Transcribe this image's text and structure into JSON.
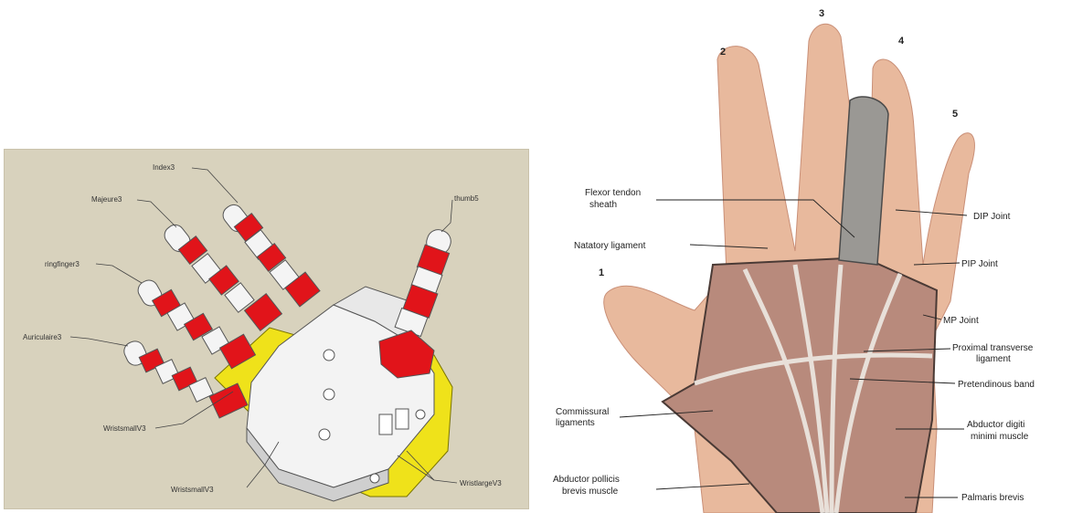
{
  "cad_labels": {
    "index": "Index3",
    "major": "Majeure3",
    "ring": "ringfinger3",
    "auricular": "Auriculaire3",
    "thumb": "thumb5",
    "wristsmall": "WristsmallV3",
    "wristlarge": "WristlargeV3"
  },
  "anat_labels": {
    "flexor_line1": "Flexor tendon",
    "flexor_line2": "sheath",
    "natatory": "Natatory ligament",
    "dip": "DIP Joint",
    "pip": "PIP Joint",
    "mp": "MP Joint",
    "proximal_line1": "Proximal transverse",
    "proximal_line2": "ligament",
    "pretendinous": "Pretendinous band",
    "commissural_line1": "Commissural",
    "commissural_line2": "ligaments",
    "abductor_digiti_line1": "Abductor digiti",
    "abductor_digiti_line2": "minimi muscle",
    "abductor_pollicis_line1": "Abductor pollicis",
    "abductor_pollicis_line2": "brevis muscle",
    "palmaris": "Palmaris brevis"
  },
  "finger_numbers": [
    "1",
    "2",
    "3",
    "4",
    "5"
  ],
  "colors": {
    "cad_background": "#d8d2bd",
    "cad_red": "#e1141a",
    "cad_white": "#f4f4f4",
    "cad_yellow": "#efe21a",
    "skin": "#e8b99d",
    "tissue": "#b88a7c"
  }
}
